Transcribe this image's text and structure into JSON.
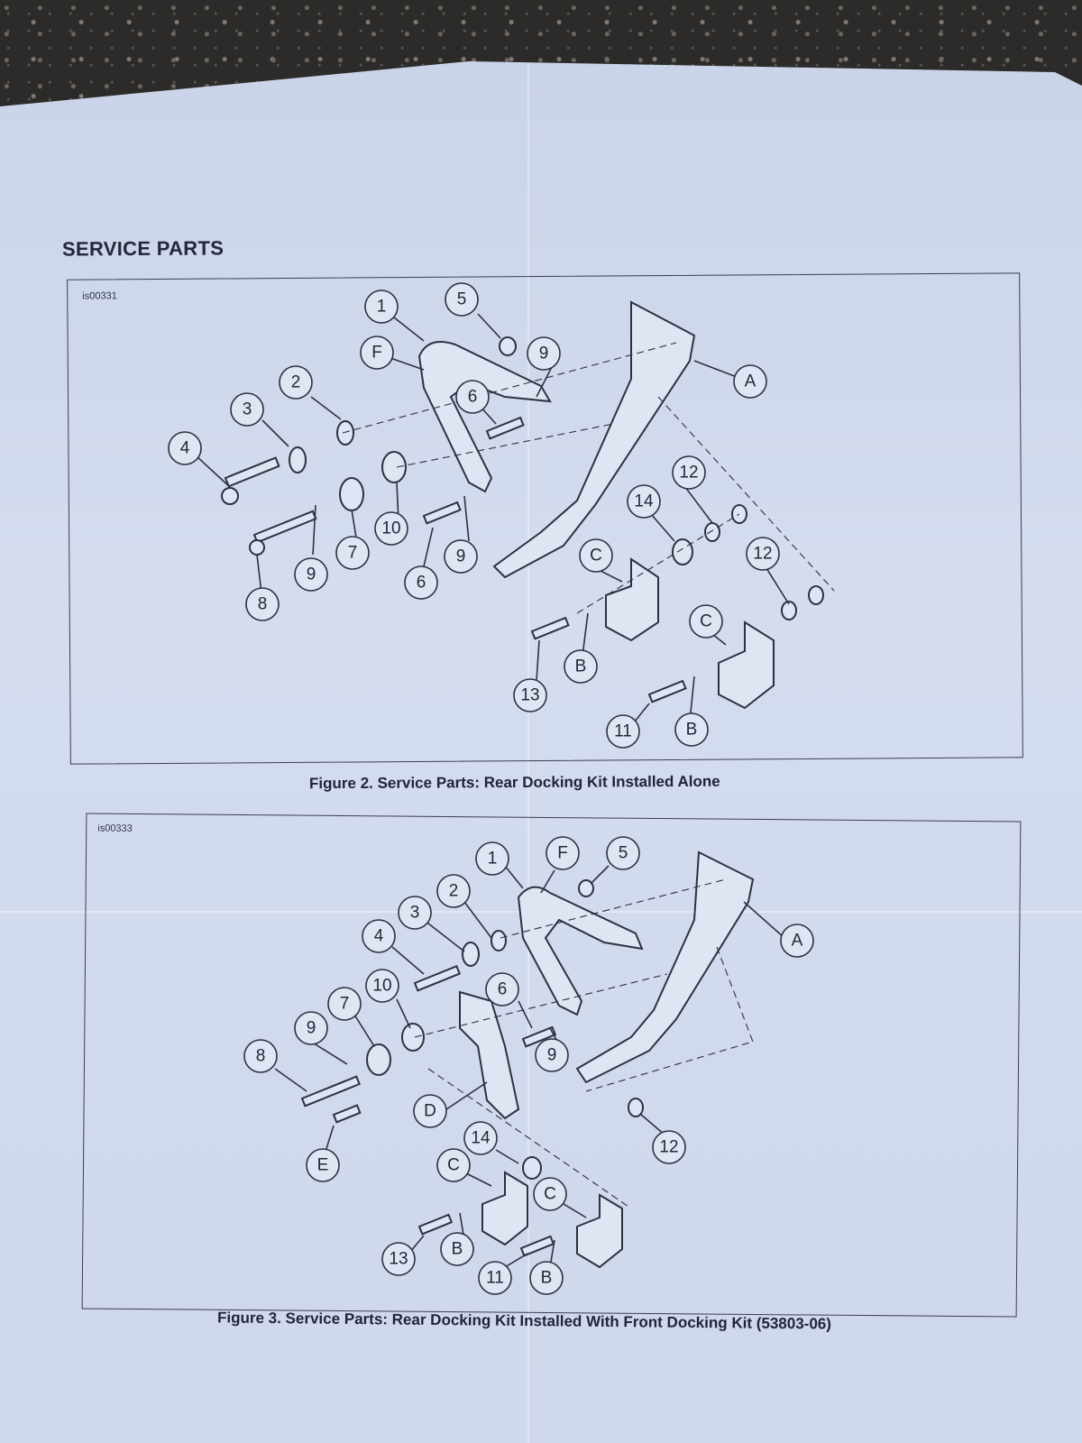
{
  "heading": "SERVICE PARTS",
  "figures": [
    {
      "id_code": "is00331",
      "caption": "Figure 2. Service Parts: Rear Docking Kit Installed Alone",
      "callouts": [
        "1",
        "5",
        "F",
        "9",
        "A",
        "2",
        "6",
        "3",
        "4",
        "12",
        "14",
        "10",
        "7",
        "9",
        "6",
        "C",
        "12",
        "8",
        "13",
        "B",
        "C",
        "11",
        "B"
      ]
    },
    {
      "id_code": "is00333",
      "caption": "Figure 3. Service Parts: Rear Docking Kit Installed With Front Docking Kit (53803-06)",
      "callouts": [
        "1",
        "F",
        "5",
        "2",
        "3",
        "4",
        "A",
        "10",
        "6",
        "7",
        "9",
        "8",
        "9",
        "D",
        "12",
        "E",
        "14",
        "C",
        "C",
        "13",
        "B",
        "11",
        "B"
      ]
    }
  ]
}
